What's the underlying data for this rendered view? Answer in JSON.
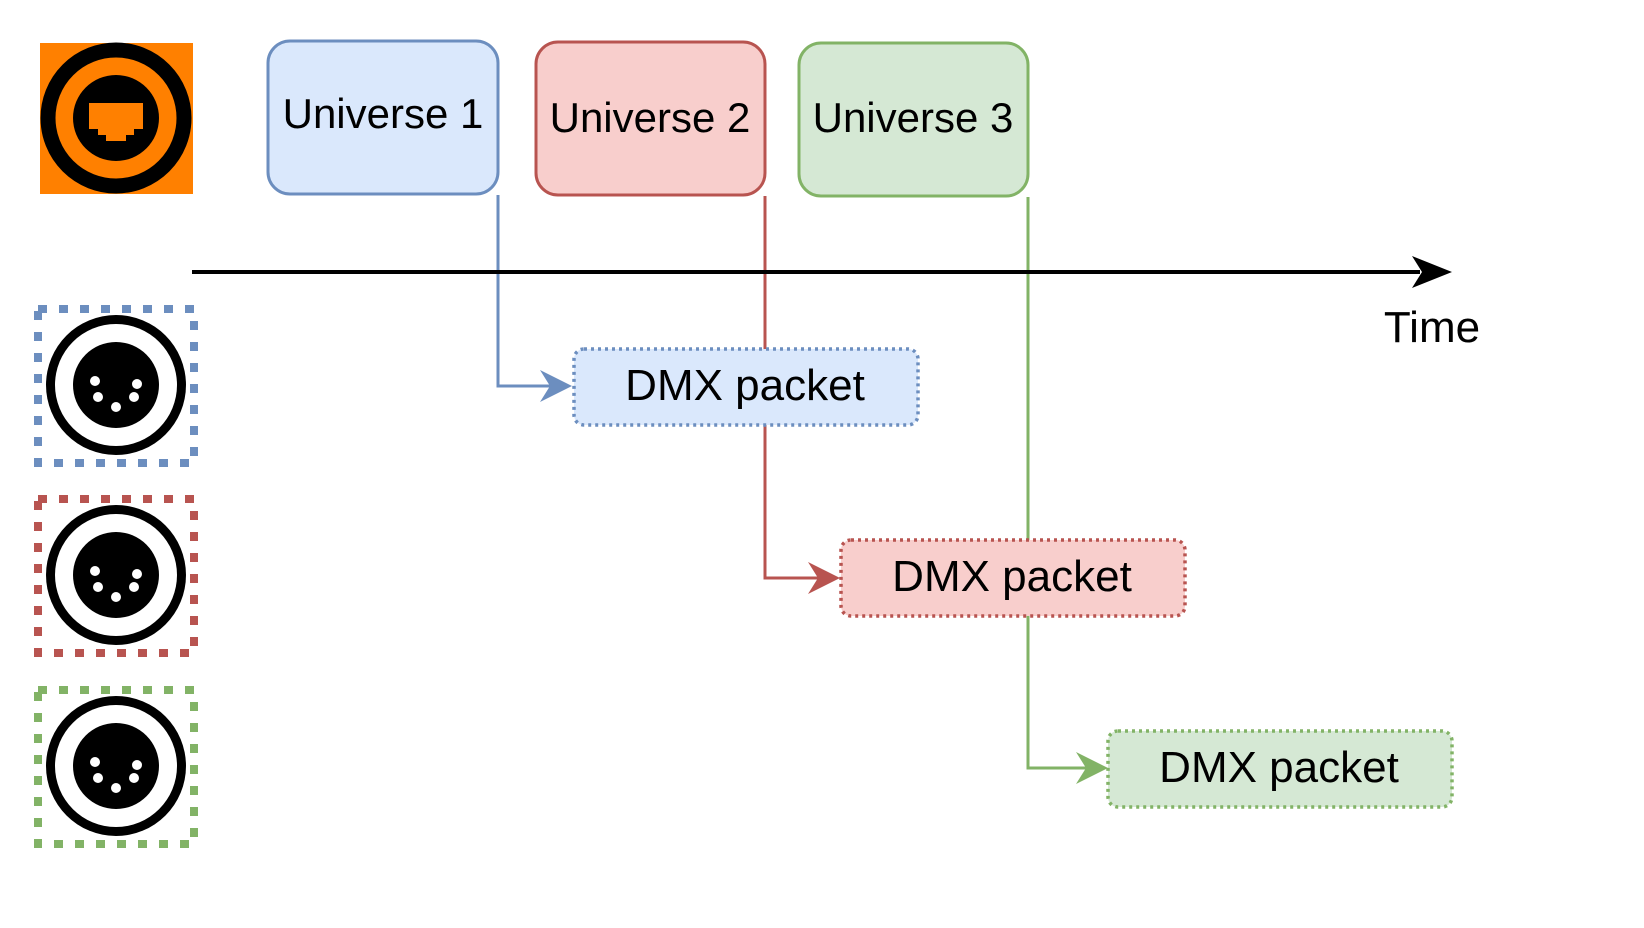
{
  "diagram": {
    "title": "Art-Net universes to DMX outputs over time",
    "colors": {
      "blue_fill": "#dae8fc",
      "blue_stroke": "#6c8ebf",
      "red_fill": "#f8cecc",
      "red_stroke": "#b85450",
      "green_fill": "#d5e8d4",
      "green_stroke": "#82b366",
      "ethernet_bg": "#ff8000",
      "axis": "#000000"
    },
    "source_icon": "ethernet-port-icon",
    "output_icon": "dmx-xlr-5pin-connector-icon",
    "time_axis": {
      "label": "Time"
    },
    "universes": [
      {
        "label": "Universe 1",
        "color": "blue"
      },
      {
        "label": "Universe 2",
        "color": "red"
      },
      {
        "label": "Universe 3",
        "color": "green"
      }
    ],
    "packets": [
      {
        "label": "DMX packet",
        "color": "blue",
        "from": "Universe 1"
      },
      {
        "label": "DMX packet",
        "color": "red",
        "from": "Universe 2"
      },
      {
        "label": "DMX packet",
        "color": "green",
        "from": "Universe 3"
      }
    ],
    "outputs": [
      {
        "color": "blue"
      },
      {
        "color": "red"
      },
      {
        "color": "green"
      }
    ]
  }
}
